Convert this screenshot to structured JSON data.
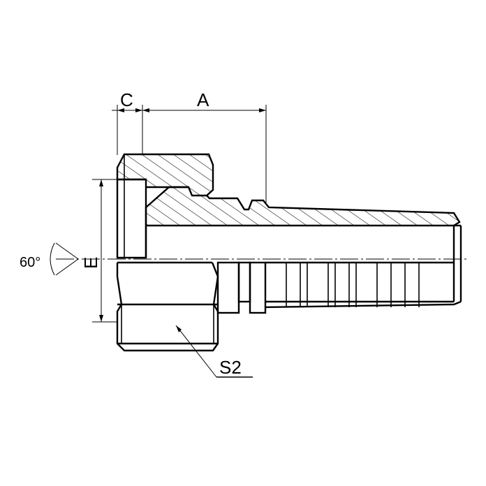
{
  "drawing": {
    "labels": {
      "c": "C",
      "a": "A",
      "e": "E",
      "angle": "60°",
      "s2": "S2"
    }
  }
}
